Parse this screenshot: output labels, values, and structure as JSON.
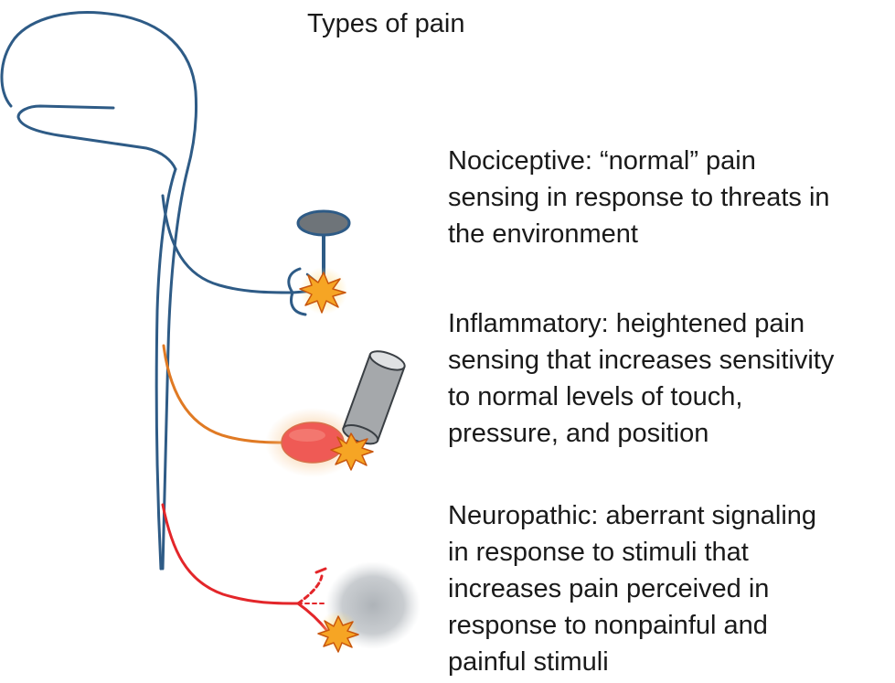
{
  "title": "Types of pain",
  "colors": {
    "central_nervous_system": "#2e5b86",
    "nociceptive_nerve": "#2e5b86",
    "inflammatory_nerve": "#e07a24",
    "neuropathic_nerve": "#e3262a",
    "pain_burst": "#f6a524",
    "inflamed_tissue": "#ef5a55",
    "stimulus_gray": "#8a9097"
  },
  "pain_types": [
    {
      "id": "nociceptive",
      "lines": [
        "Nociceptive: “normal” pain",
        "sensing in response to threats in",
        "the environment"
      ]
    },
    {
      "id": "inflammatory",
      "lines": [
        "Inflammatory: heightened pain",
        "sensing that increases sensitivity",
        "to normal levels of touch,",
        "pressure, and position"
      ]
    },
    {
      "id": "neuropathic",
      "lines": [
        "Neuropathic: aberrant signaling",
        "in response to stimuli that",
        "increases pain perceived in",
        "response to nonpainful and",
        "painful stimuli"
      ]
    }
  ]
}
